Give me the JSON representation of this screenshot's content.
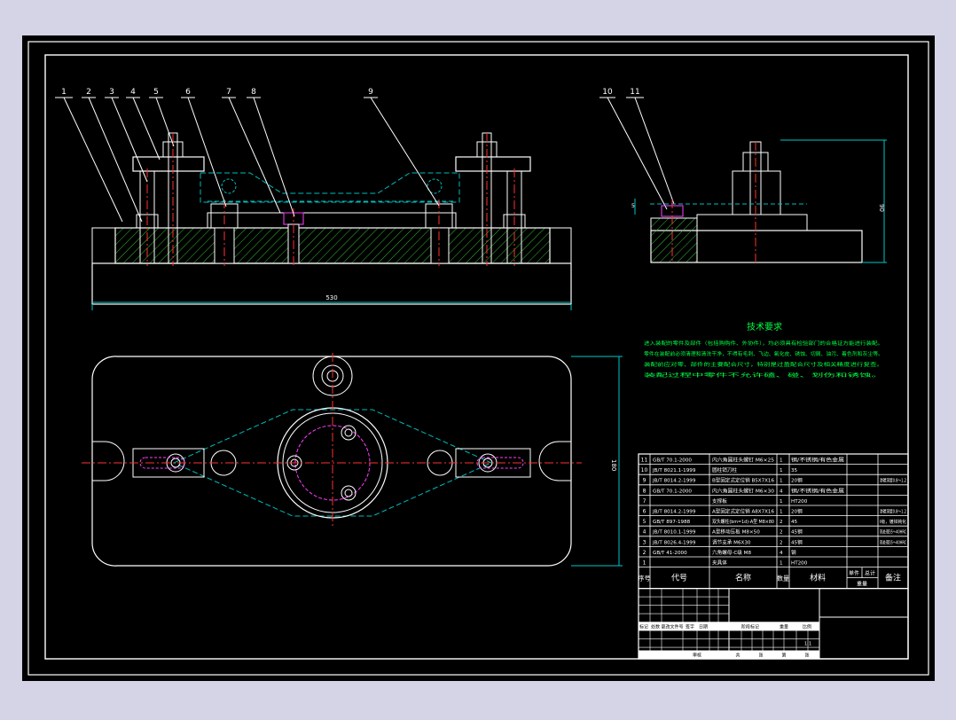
{
  "colors": {
    "background": "#d4d4e6",
    "canvas": "#000000",
    "line": "#ffffff",
    "centerline": "#ff3030",
    "hatch": "#2fbf2f",
    "hidden": "#00bcbc",
    "dimension": "#00c8c8",
    "text": "#ffffff",
    "note_text": "#00ff44",
    "title_fill": "#ffffff"
  },
  "balloons": [
    "1",
    "2",
    "3",
    "4",
    "5",
    "6",
    "7",
    "8",
    "9",
    "10",
    "11"
  ],
  "dimensions": {
    "front_length": "530",
    "top_width": "180",
    "side_height": "90",
    "side_small": "5"
  },
  "tech_title": "技术要求",
  "tech_notes": [
    "进入装配的零件及部件（包括购购件、外协件），均必须具有检验部门的合格证方能进行装配。",
    "零件在装配前必须清理和清洗干净，不得有毛刺、飞边、氧化皮、锈蚀、切屑、油污、着色剂和灰尘等。",
    "装配前应对零、部件的主要配合尺寸，特别是过盈配合尺寸及相关精度进行复查。",
    "装配过程中零件不允许磕、碰、划伤和锈蚀。"
  ],
  "bom_rows": [
    {
      "no": "11",
      "code": "GB/T 70.1-2000",
      "name": "内六角圆柱头螺钉 M6×25",
      "qty": "1",
      "mat": "钢/不锈钢/有色金属",
      "note": ""
    },
    {
      "no": "10",
      "code": "JB/T 8021.1-1999",
      "name": "圆柱销刀柱",
      "qty": "1",
      "mat": "35",
      "note": ""
    },
    {
      "no": "9",
      "code": "JB/T 8014.2-1999",
      "name": "B型固定式定位销 B5X7X16",
      "qty": "1",
      "mat": "20钢",
      "note": "渗碳深度0.8～1.2"
    },
    {
      "no": "8",
      "code": "GB/T 70.1-2000",
      "name": "内六角圆柱头螺钉 M6×30",
      "qty": "4",
      "mat": "钢/不锈钢/有色金属",
      "note": ""
    },
    {
      "no": "7",
      "code": "",
      "name": "支撑板",
      "qty": "1",
      "mat": "HT200",
      "note": ""
    },
    {
      "no": "6",
      "code": "JB/T 8014.2-1999",
      "name": "A型固定式定位销 A8X7X16",
      "qty": "1",
      "mat": "20钢",
      "note": "渗碳深度0.8～1.2"
    },
    {
      "no": "5",
      "code": "GB/T 897-1988",
      "name": "双头螺柱(bm=1d)-A型 M8×80",
      "qty": "2",
      "mat": "45",
      "note": "Ⅰ级，镀锌钝化"
    },
    {
      "no": "4",
      "code": "JB/T 8010.1-1999",
      "name": "A型移动压板 M8×50",
      "qty": "2",
      "mat": "45钢",
      "note": "热处理35～40HRC"
    },
    {
      "no": "3",
      "code": "JB/T 8026.4-1999",
      "name": "调节支承 M6X30",
      "qty": "2",
      "mat": "45钢",
      "note": "热处理35～40HRC"
    },
    {
      "no": "2",
      "code": "GB/T 41-2000",
      "name": "六角螺母-C级 M8",
      "qty": "4",
      "mat": "钢",
      "note": ""
    },
    {
      "no": "1",
      "code": "",
      "name": "夹具体",
      "qty": "1",
      "mat": "HT200",
      "note": ""
    }
  ],
  "bom_header": {
    "no": "序号",
    "code": "代号",
    "name": "名称",
    "qty": "数量",
    "mat": "材料",
    "unit": "单件",
    "total": "总计",
    "weight": "重量",
    "note": "备注"
  },
  "title_block": {
    "row1": [
      "标记",
      "处数",
      "更改文件号",
      "签字",
      "日期"
    ],
    "row2": [
      "阶段标记",
      "重量",
      "比例"
    ],
    "scale": "1:1",
    "row3": [
      "审核"
    ],
    "row4": [
      "共",
      "张",
      "第",
      "张"
    ]
  }
}
